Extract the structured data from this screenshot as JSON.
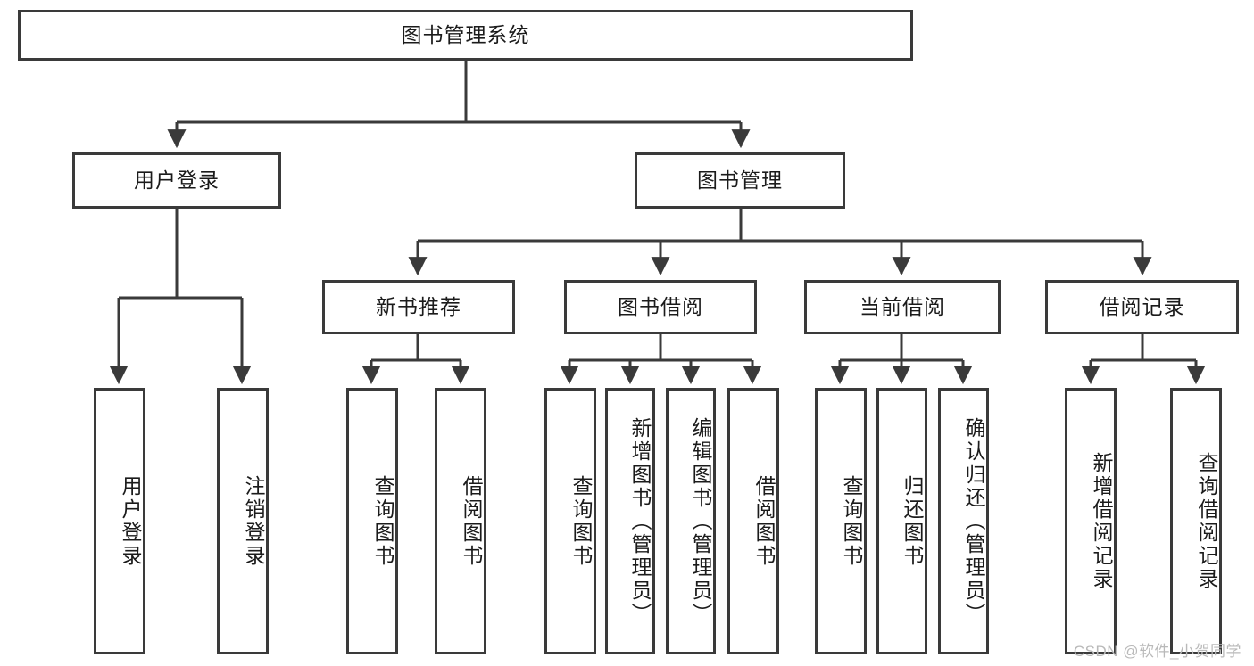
{
  "diagram": {
    "title": "图书管理系统",
    "type": "tree",
    "root": {
      "id": "root",
      "label": "图书管理系统"
    },
    "level2": [
      {
        "id": "user-login",
        "label": "用户登录"
      },
      {
        "id": "book-manage",
        "label": "图书管理"
      }
    ],
    "level3": [
      {
        "id": "new-book-recommend",
        "label": "新书推荐",
        "parent": "book-manage"
      },
      {
        "id": "book-borrow",
        "label": "图书借阅",
        "parent": "book-manage"
      },
      {
        "id": "current-borrow",
        "label": "当前借阅",
        "parent": "book-manage"
      },
      {
        "id": "borrow-record",
        "label": "借阅记录",
        "parent": "book-manage"
      }
    ],
    "leaves": {
      "user_login": [
        {
          "id": "leaf-user-login",
          "label": "用户登录"
        },
        {
          "id": "leaf-user-logout",
          "label": "注销登录"
        }
      ],
      "new_book_recommend": [
        {
          "id": "leaf-query-book-1",
          "label": "查询图书"
        },
        {
          "id": "leaf-borrow-book-1",
          "label": "借阅图书"
        }
      ],
      "book_borrow": [
        {
          "id": "leaf-query-book-2",
          "label": "查询图书"
        },
        {
          "id": "leaf-add-book",
          "label": "新增图书（管理员）"
        },
        {
          "id": "leaf-edit-book",
          "label": "编辑图书（管理员）"
        },
        {
          "id": "leaf-borrow-book-2",
          "label": "借阅图书"
        }
      ],
      "current_borrow": [
        {
          "id": "leaf-query-book-3",
          "label": "查询图书"
        },
        {
          "id": "leaf-return-book",
          "label": "归还图书"
        },
        {
          "id": "leaf-confirm-return",
          "label": "确认归还（管理员）"
        }
      ],
      "borrow_record": [
        {
          "id": "leaf-add-record",
          "label": "新增借阅记录"
        },
        {
          "id": "leaf-query-record",
          "label": "查询借阅记录"
        }
      ]
    }
  },
  "watermark": {
    "text": "CSDN @软件_小贺同学"
  },
  "colors": {
    "stroke": "#3a3a3a",
    "background": "#ffffff",
    "text": "#1b1b1b",
    "watermark": "#b9b9b9"
  }
}
